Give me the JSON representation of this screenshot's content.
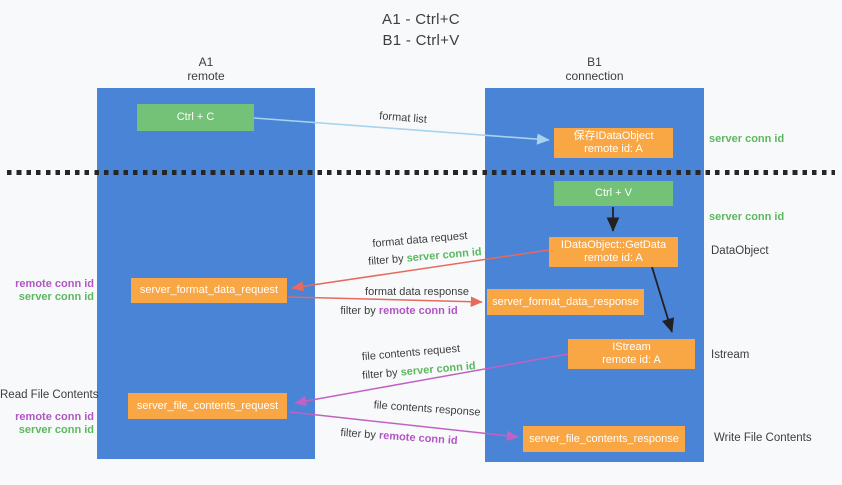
{
  "title": {
    "line1": "A1 - Ctrl+C",
    "line2": "B1 - Ctrl+V"
  },
  "lifelines": {
    "left": {
      "name": "A1",
      "role": "remote"
    },
    "right": {
      "name": "B1",
      "role": "connection"
    }
  },
  "nodes": {
    "ctrl_c": {
      "label": "Ctrl + C"
    },
    "ctrl_v": {
      "label": "Ctrl + V"
    },
    "save_idataobject": {
      "line1": "保存IDataObject",
      "line2": "remote id: A"
    },
    "getdata": {
      "line1": "IDataObject::GetData",
      "line2": "remote id: A"
    },
    "istream": {
      "line1": "IStream",
      "line2": "remote id: A"
    },
    "format_request": {
      "label": "server_format_data_request"
    },
    "format_response": {
      "label": "server_format_data_response"
    },
    "file_request": {
      "label": "server_file_contents_request"
    },
    "file_response": {
      "label": "server_file_contents_response"
    }
  },
  "arrow_labels": {
    "format_list": "format list",
    "format_data_request": "format data request",
    "format_data_response": "format data response",
    "file_contents_request": "file contents request",
    "file_contents_response": "file contents response",
    "filter_by": "filter by",
    "server_conn_id": "server conn id",
    "remote_conn_id": "remote conn id"
  },
  "side_labels": {
    "right_server_conn_id_top": "server conn id",
    "right_server_conn_id_mid": "server conn id",
    "right_dataobject": "DataObject",
    "right_istream": "Istream",
    "right_write_file_contents": "Write File Contents",
    "left_remote_conn_id_1": "remote conn id",
    "left_server_conn_id_1": "server conn id",
    "left_read_file_contents": "Read File Contents",
    "left_remote_conn_id_2": "remote conn id",
    "left_server_conn_id_2": "server conn id"
  },
  "colors": {
    "background": "#f8f9fa",
    "lifeline_blue": "#4a84d7",
    "node_green": "#74c178",
    "node_orange": "#f9a644",
    "arrow_lightblue": "#a8d2ee",
    "arrow_salmon": "#e8695d",
    "arrow_magenta": "#c261c4",
    "arrow_black": "#212121",
    "divider_black": "#262626",
    "text_dark": "#3d3d3d",
    "label_green": "#5cb860",
    "label_purple": "#b156c3"
  }
}
